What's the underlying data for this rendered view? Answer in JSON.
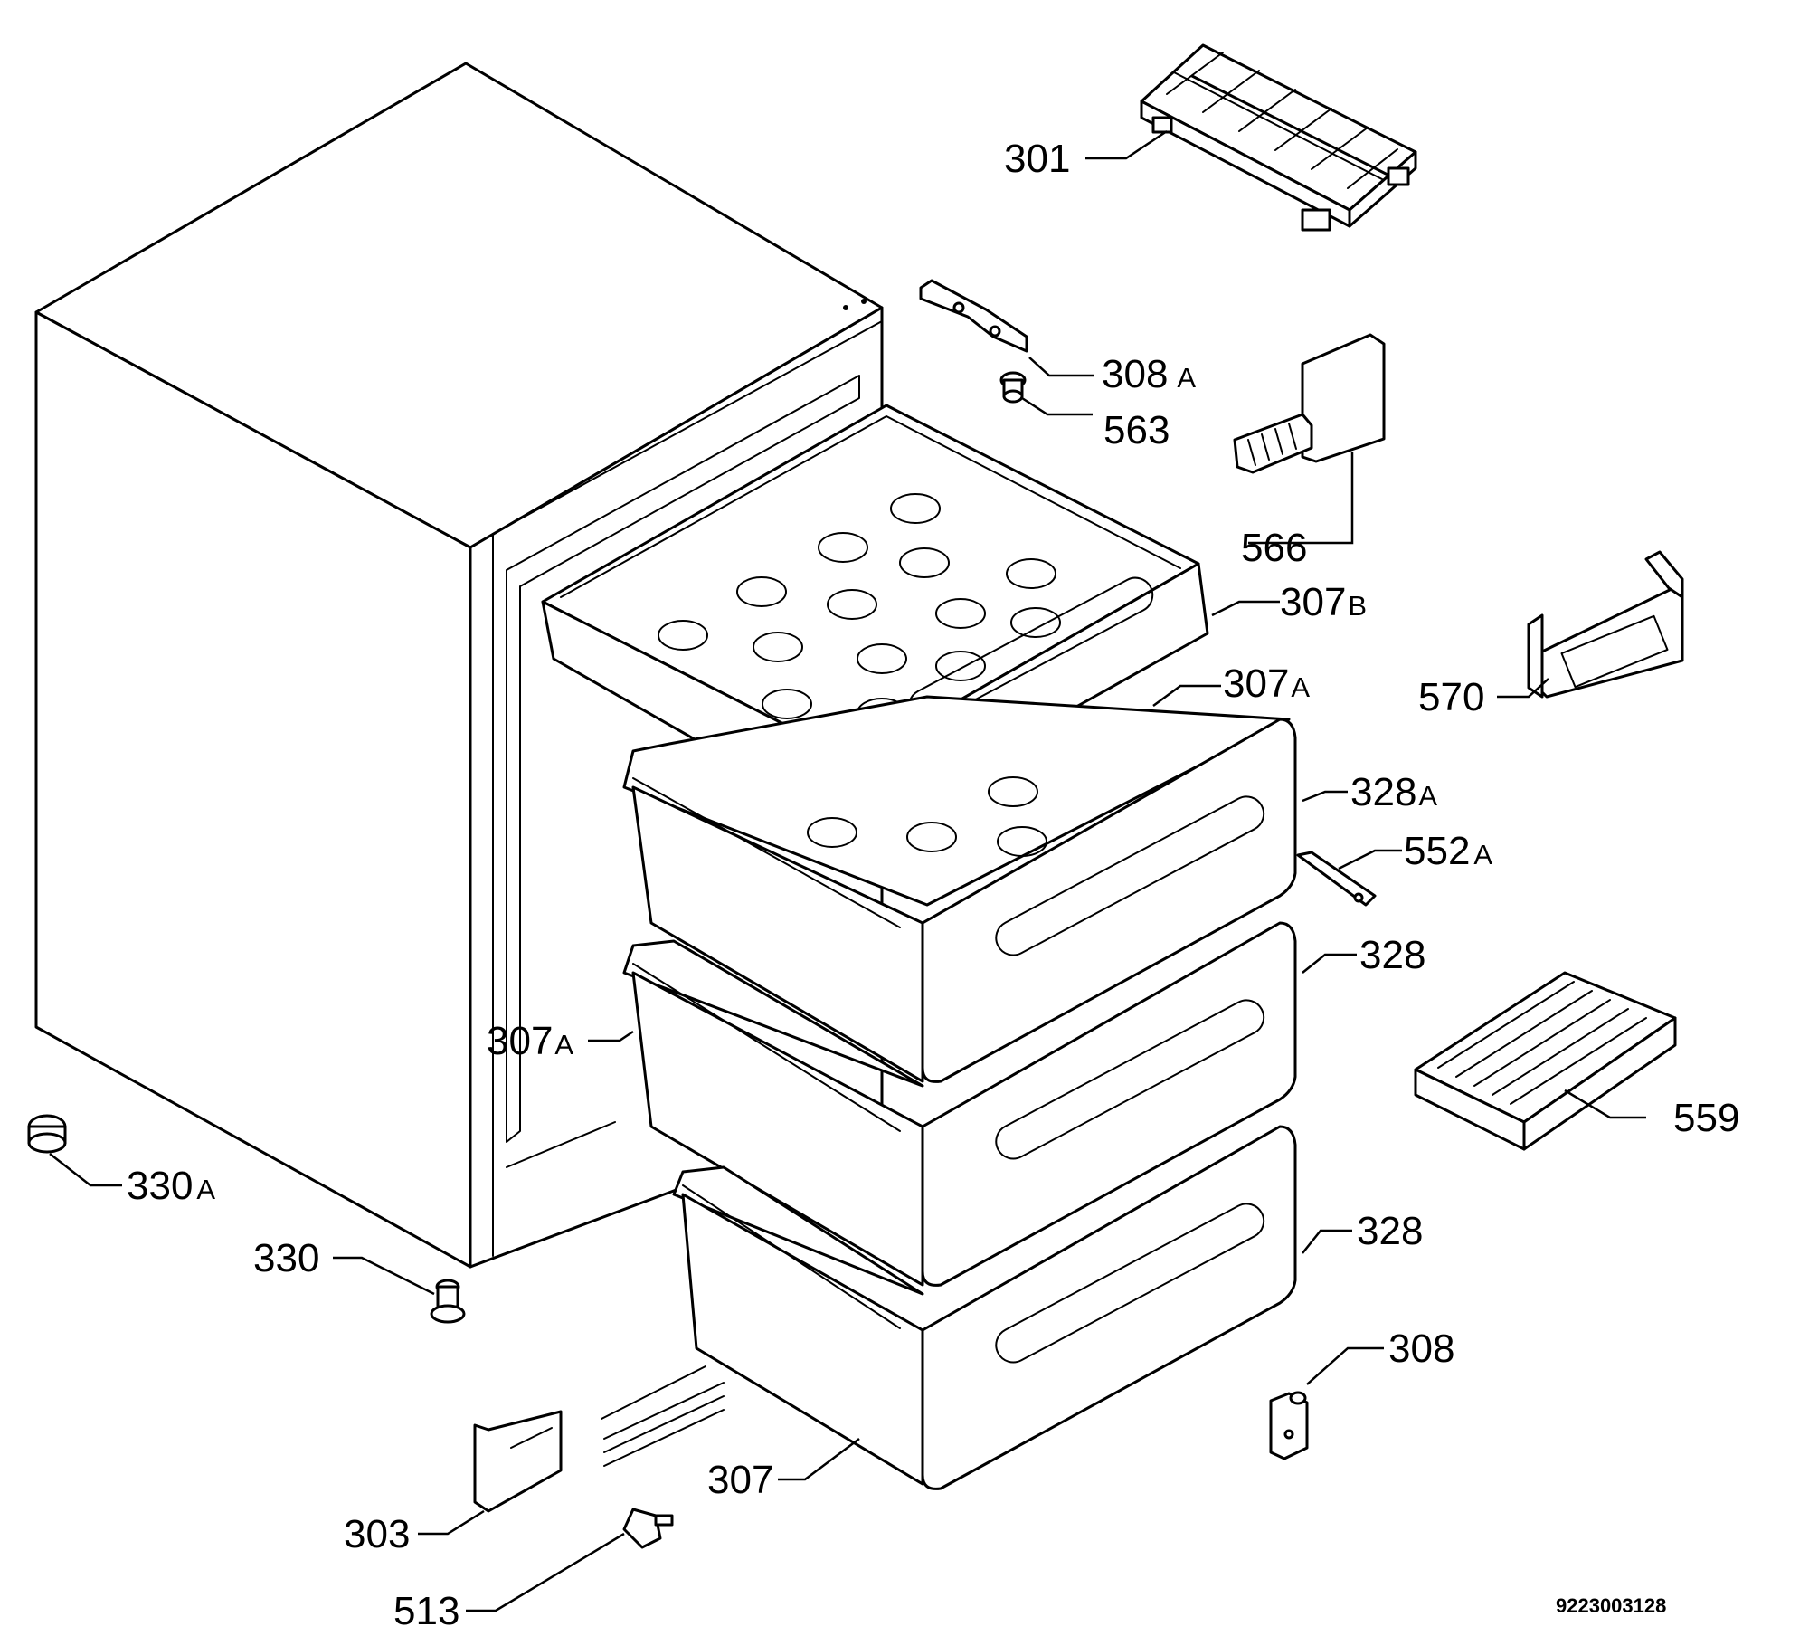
{
  "diagram": {
    "document_code": "9223003128",
    "labels": {
      "p301": "301",
      "p308": "308",
      "p308a": "308",
      "p308a_suffix": "A",
      "p563": "563",
      "p566": "566",
      "p307b": "307",
      "p307b_suffix": "B",
      "p307a_top": "307",
      "p307a_top_suffix": "A",
      "p307a_left": "307",
      "p307a_left_suffix": "A",
      "p570": "570",
      "p328a": "328",
      "p328a_suffix": "A",
      "p552a": "552",
      "p552a_suffix": "A",
      "p328_mid": "328",
      "p328_low": "328",
      "p559": "559",
      "p330a": "330",
      "p330a_suffix": "A",
      "p330": "330",
      "p303": "303",
      "p307": "307",
      "p513": "513"
    }
  }
}
